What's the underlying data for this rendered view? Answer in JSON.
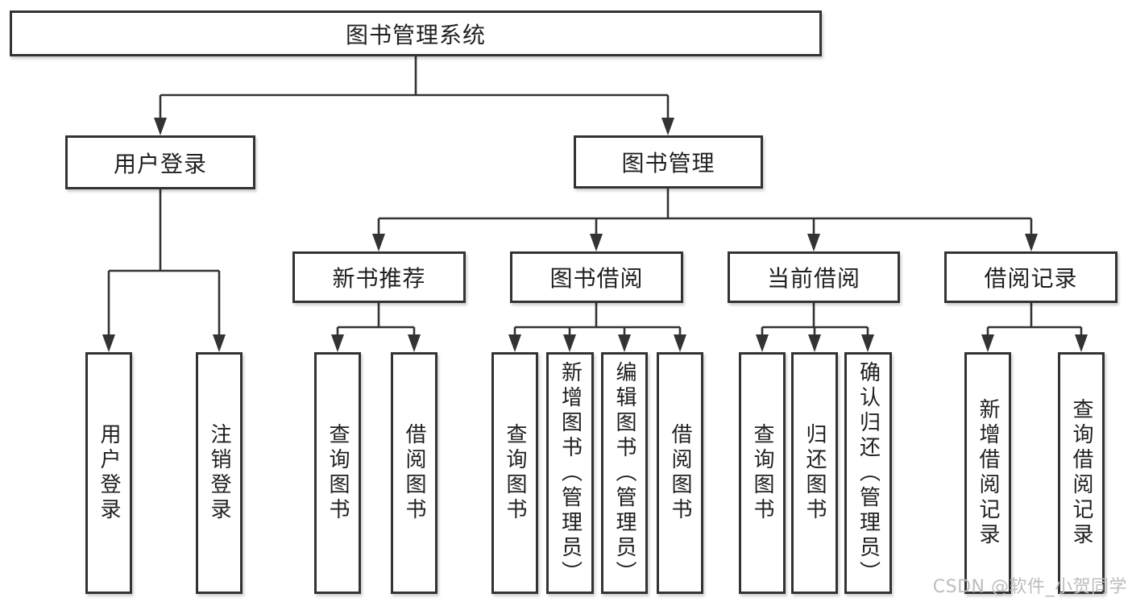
{
  "diagram": {
    "root": {
      "label": "图书管理系统"
    },
    "branches": [
      {
        "label": "用户登录",
        "children": [
          {
            "label": "用户登录"
          },
          {
            "label": "注销登录"
          }
        ]
      },
      {
        "label": "图书管理",
        "children": [
          {
            "label": "新书推荐",
            "children": [
              {
                "label": "查询图书"
              },
              {
                "label": "借阅图书"
              }
            ]
          },
          {
            "label": "图书借阅",
            "children": [
              {
                "label": "查询图书"
              },
              {
                "label": "新增图书（管理员）"
              },
              {
                "label": "编辑图书（管理员）"
              },
              {
                "label": "借阅图书"
              }
            ]
          },
          {
            "label": "当前借阅",
            "children": [
              {
                "label": "查询图书"
              },
              {
                "label": "归还图书"
              },
              {
                "label": "确认归还（管理员）"
              }
            ]
          },
          {
            "label": "借阅记录",
            "children": [
              {
                "label": "新增借阅记录"
              },
              {
                "label": "查询借阅记录"
              }
            ]
          }
        ]
      }
    ]
  },
  "watermark": {
    "text": "CSDN @软件_小贺同学"
  },
  "colors": {
    "line": "#333333",
    "ink": "#1f1f1f",
    "paper": "#ffffff",
    "mark": "#bdbdbd"
  }
}
